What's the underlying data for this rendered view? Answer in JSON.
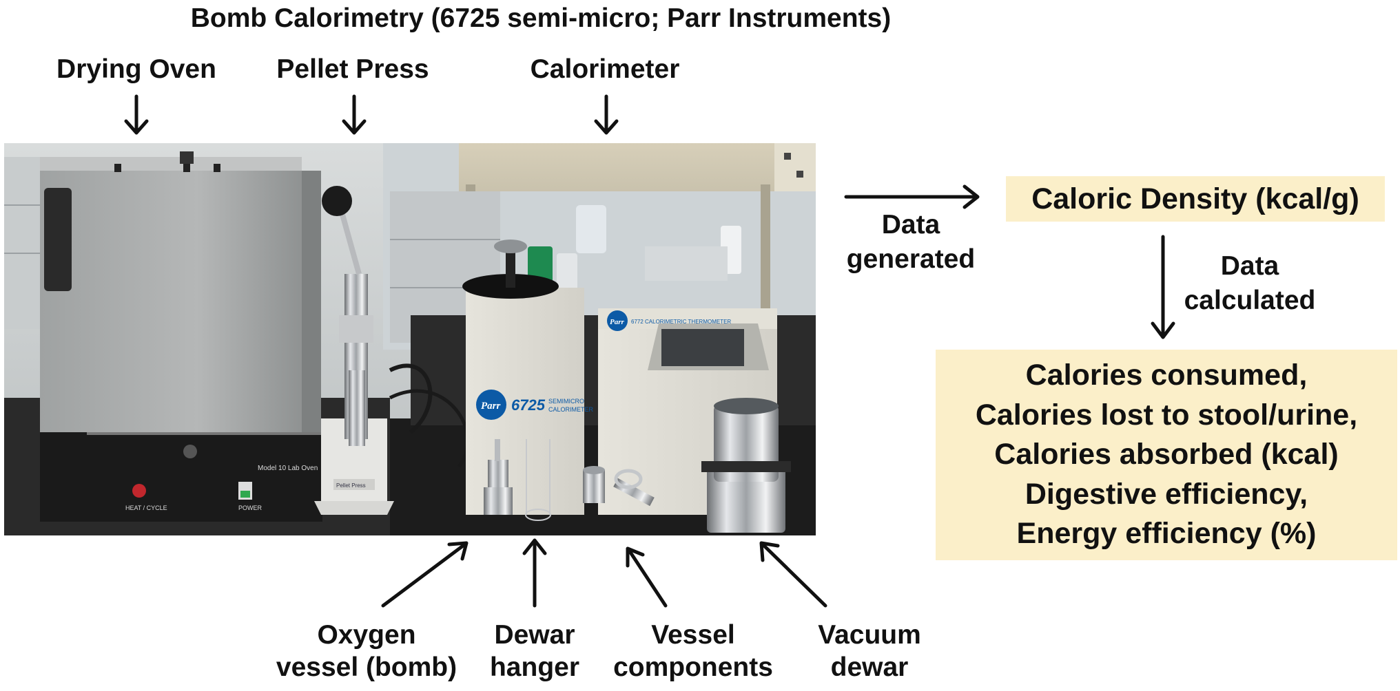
{
  "title": "Bomb Calorimetry (6725 semi-micro; Parr Instruments)",
  "top_labels": {
    "drying_oven": "Drying Oven",
    "pellet_press": "Pellet Press",
    "calorimeter": "Calorimeter"
  },
  "bottom_labels": {
    "oxygen_vessel": [
      "Oxygen",
      "vessel (bomb)"
    ],
    "dewar_hanger": [
      "Dewar",
      "hanger"
    ],
    "vessel_components": [
      "Vessel",
      "components"
    ],
    "vacuum_dewar": [
      "Vacuum",
      "dewar"
    ]
  },
  "flow": {
    "data_generated": [
      "Data",
      "generated"
    ],
    "data_calculated": [
      "Data",
      "calculated"
    ]
  },
  "boxes": {
    "caloric_density": "Caloric Density (kcal/g)",
    "outputs": [
      "Calories consumed,",
      "Calories lost to stool/urine,",
      "Calories absorbed (kcal)",
      "Digestive efficiency,",
      "Energy efficiency (%)"
    ]
  },
  "photo_text": {
    "brand": "Parr",
    "model": "6725",
    "model_sub1": "SEMIMICRO",
    "model_sub2": "CALORIMETER",
    "oven_model": "Model 10 Lab Oven",
    "power": "POWER",
    "heat_cycle": "HEAT / CYCLE",
    "thermometer": "6772 CALORIMETRIC THERMOMETER",
    "press_plate": "Pellet Press"
  },
  "colors": {
    "box_fill": "#fbefc9",
    "text": "#111111",
    "bench": "#1c1c1c",
    "oven": "#a9abab"
  }
}
